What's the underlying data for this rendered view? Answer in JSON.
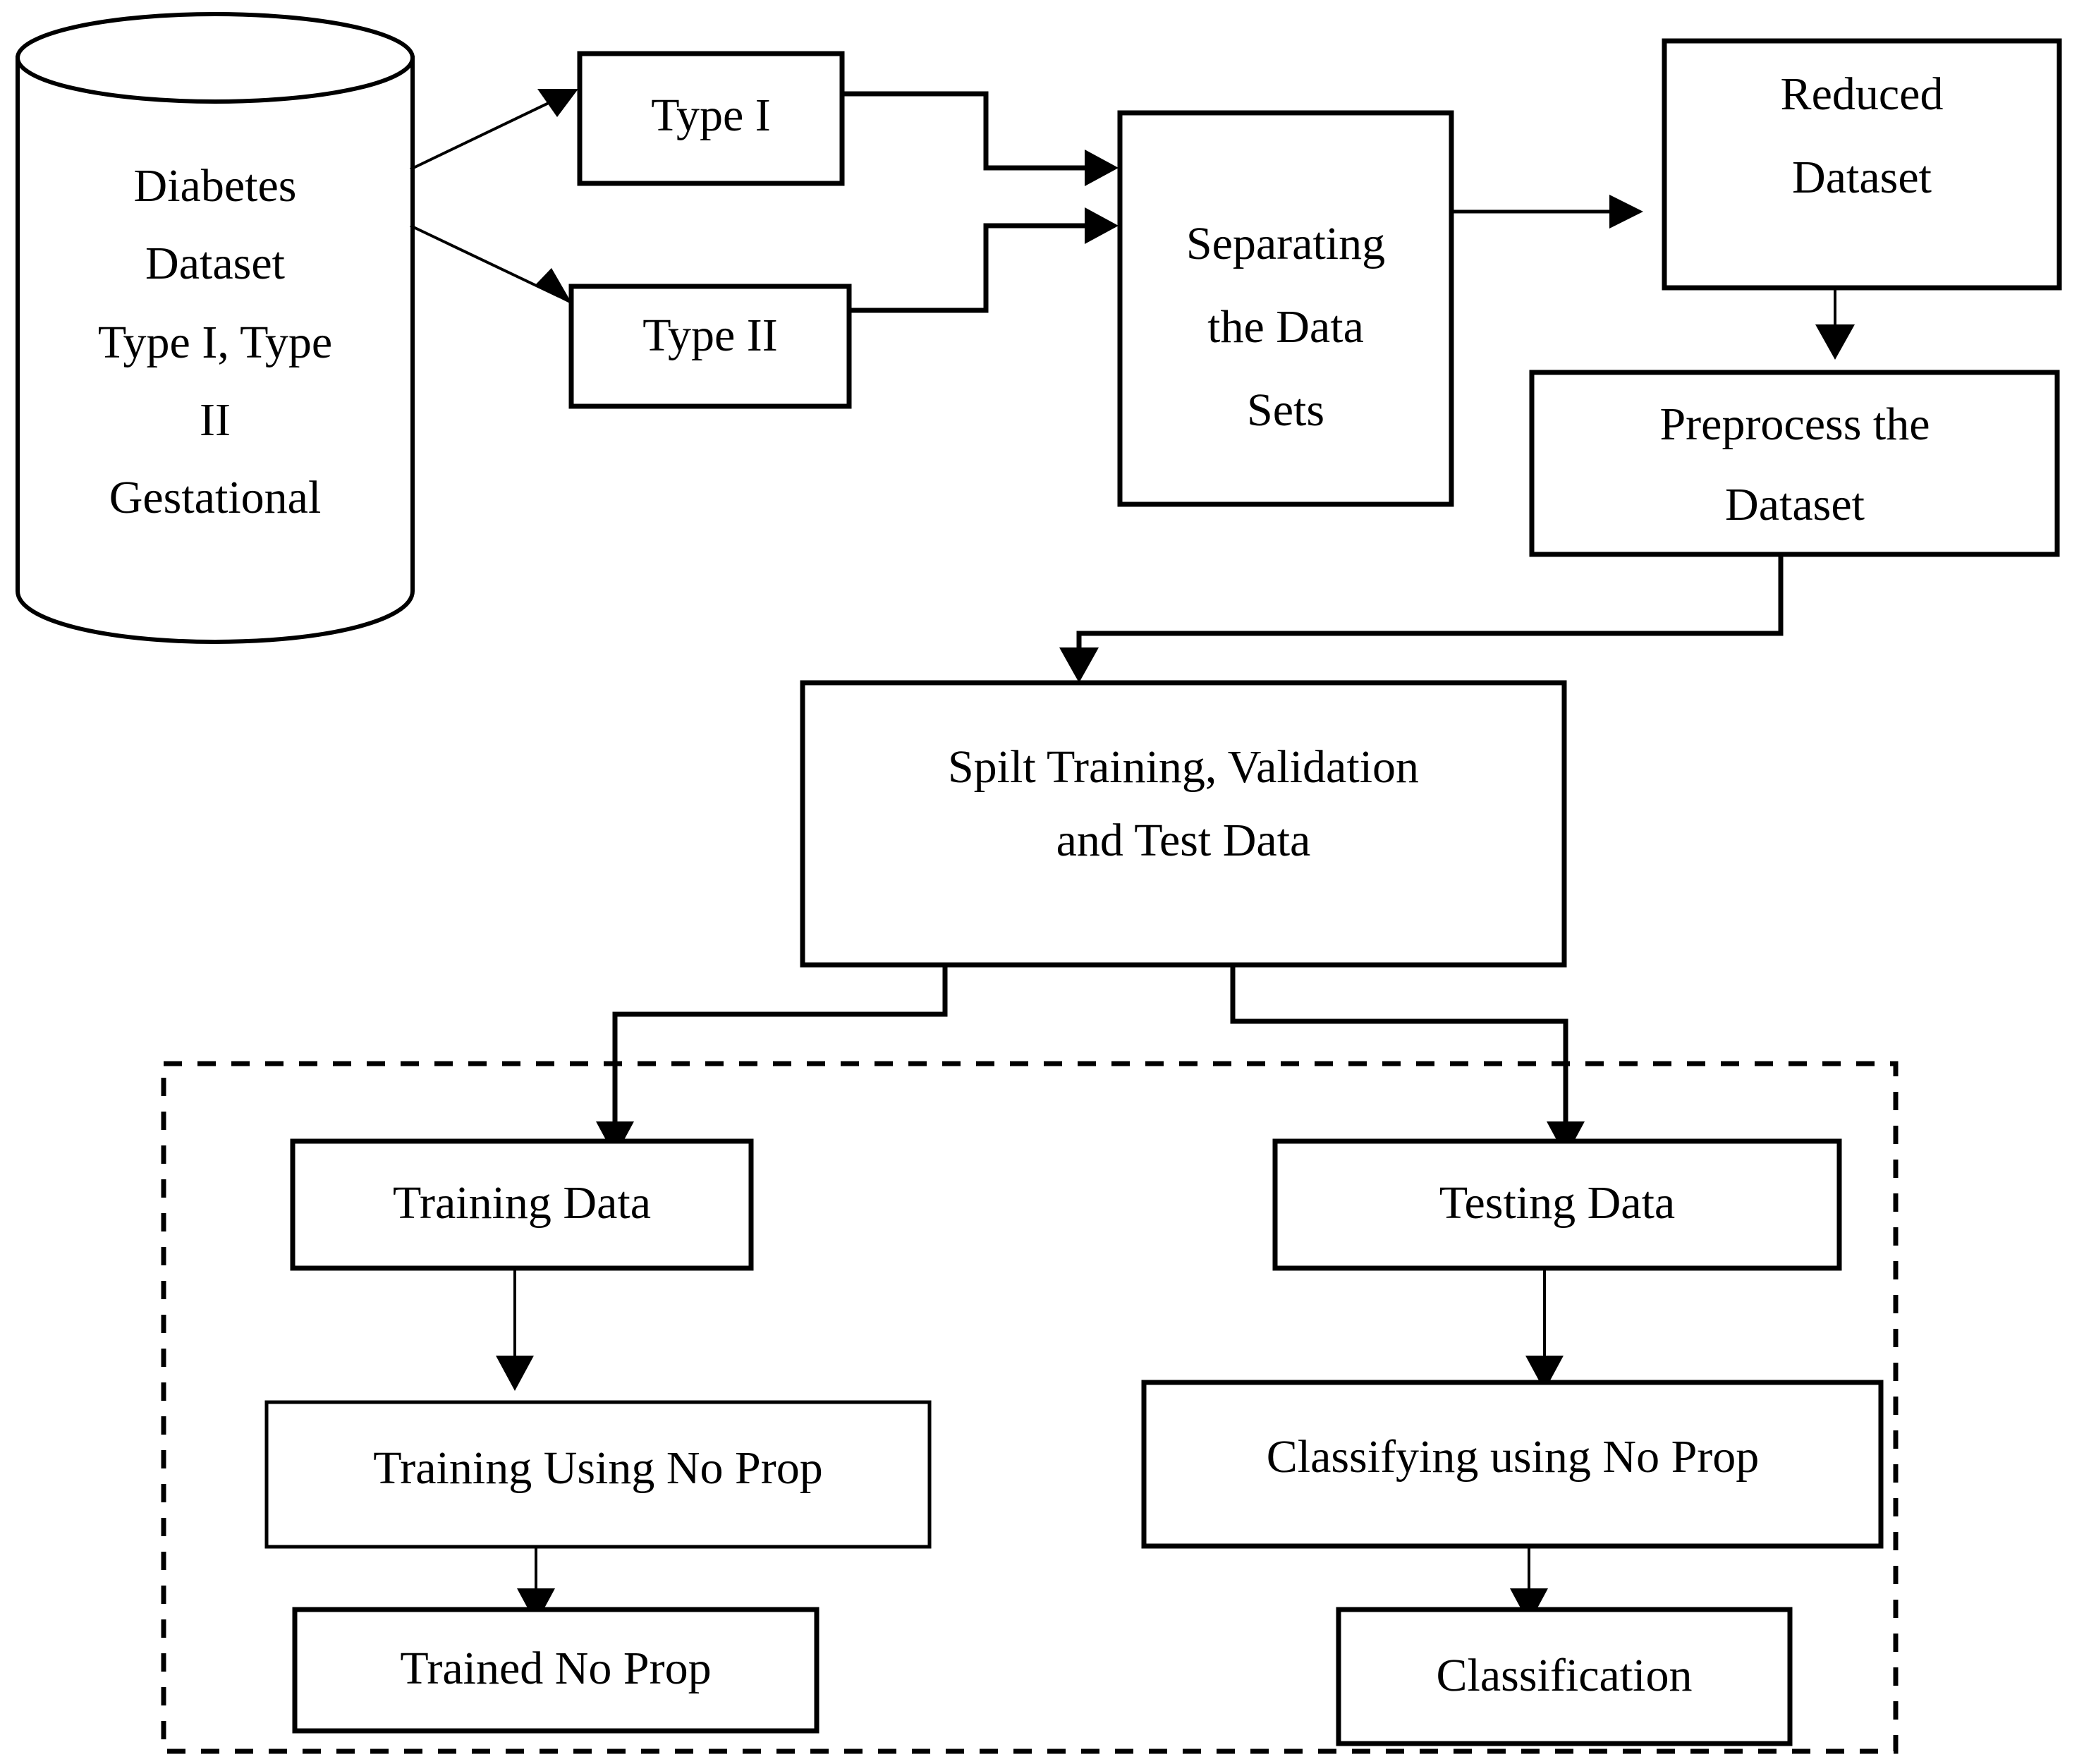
{
  "diagram": {
    "title": "Diabetes classification pipeline flowchart",
    "colors": {
      "stroke": "#000000",
      "fill": "#ffffff",
      "text": "#000000"
    },
    "source_store": {
      "shape": "cylinder",
      "lines": [
        "Diabetes",
        "Dataset",
        "Type I, Type",
        "II",
        "Gestational"
      ]
    },
    "nodes": {
      "type_i": {
        "label": "Type I"
      },
      "type_ii": {
        "label": "Type II"
      },
      "separating": {
        "lines": [
          "Separating",
          "the Data",
          "Sets"
        ]
      },
      "reduced": {
        "lines": [
          "Reduced",
          "Dataset"
        ]
      },
      "preprocess": {
        "lines": [
          "Preprocess the",
          "Dataset"
        ]
      },
      "split": {
        "lines": [
          "Spilt Training, Validation",
          "and Test Data"
        ]
      },
      "training_data": {
        "label": "Training Data"
      },
      "training_using": {
        "label": "Training Using No Prop"
      },
      "trained": {
        "label": "Trained No Prop"
      },
      "testing_data": {
        "label": "Testing Data"
      },
      "classifying": {
        "label": "Classifying using No Prop"
      },
      "classification": {
        "label": "Classification"
      }
    },
    "group_box": {
      "style": "dashed",
      "label": ""
    },
    "edges": [
      {
        "from": "source_store",
        "to": "type_i",
        "style": "diagonal-arrow"
      },
      {
        "from": "source_store",
        "to": "type_ii",
        "style": "diagonal-arrow"
      },
      {
        "from": "type_i",
        "to": "separating",
        "style": "orthogonal-arrow"
      },
      {
        "from": "type_ii",
        "to": "separating",
        "style": "orthogonal-arrow"
      },
      {
        "from": "separating",
        "to": "reduced",
        "style": "straight-arrow"
      },
      {
        "from": "reduced",
        "to": "preprocess",
        "style": "straight-arrow"
      },
      {
        "from": "preprocess",
        "to": "split",
        "style": "orthogonal-arrow"
      },
      {
        "from": "split",
        "to": "training_data",
        "style": "orthogonal-arrow"
      },
      {
        "from": "split",
        "to": "testing_data",
        "style": "orthogonal-arrow"
      },
      {
        "from": "training_data",
        "to": "training_using",
        "style": "straight-arrow"
      },
      {
        "from": "training_using",
        "to": "trained",
        "style": "straight-arrow"
      },
      {
        "from": "testing_data",
        "to": "classifying",
        "style": "straight-arrow"
      },
      {
        "from": "classifying",
        "to": "classification",
        "style": "straight-arrow"
      }
    ]
  }
}
